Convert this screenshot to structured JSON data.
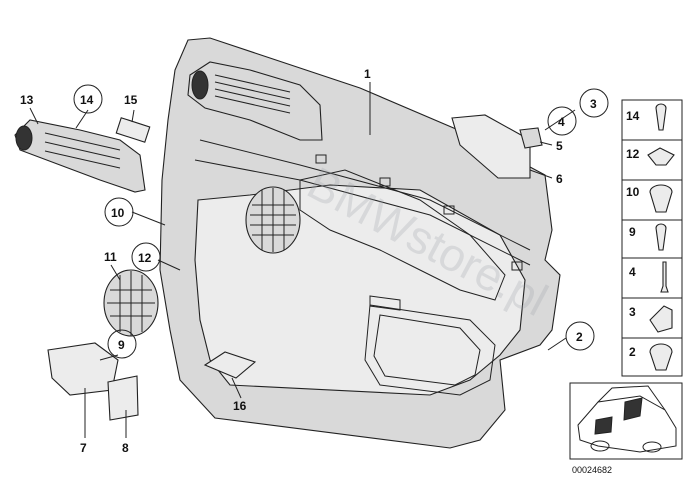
{
  "diagram": {
    "callouts": {
      "c1": "1",
      "c2": "2",
      "c3": "3",
      "c4": "4",
      "c5": "5",
      "c6": "6",
      "c7": "7",
      "c8": "8",
      "c9": "9",
      "c10": "10",
      "c11": "11",
      "c12": "12",
      "c13": "13",
      "c14": "14",
      "c15": "15",
      "c16": "16"
    },
    "legend": [
      "14",
      "12",
      "10",
      "9",
      "4",
      "3",
      "2"
    ],
    "watermark": "BMWstore.pl",
    "reference": "00024682"
  }
}
